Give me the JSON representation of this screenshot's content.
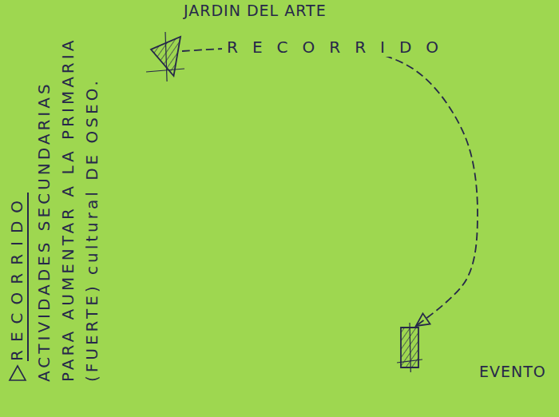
{
  "diagram": {
    "nodes": [
      {
        "text": [
          "JARDIN DEL ARTE"
        ]
      },
      {
        "text": [
          "EVENTO"
        ]
      }
    ],
    "edges": [
      {
        "from": 0,
        "to": 1,
        "arrow": "to",
        "label": "RECORRIDO"
      }
    ],
    "labels": [
      "RECORRIDO",
      "ACTIVIDADES SECUNDARIAS PARA AUMENTAR A LA PRIMARIA (FUERTE) cultural DE OSEO."
    ]
  }
}
